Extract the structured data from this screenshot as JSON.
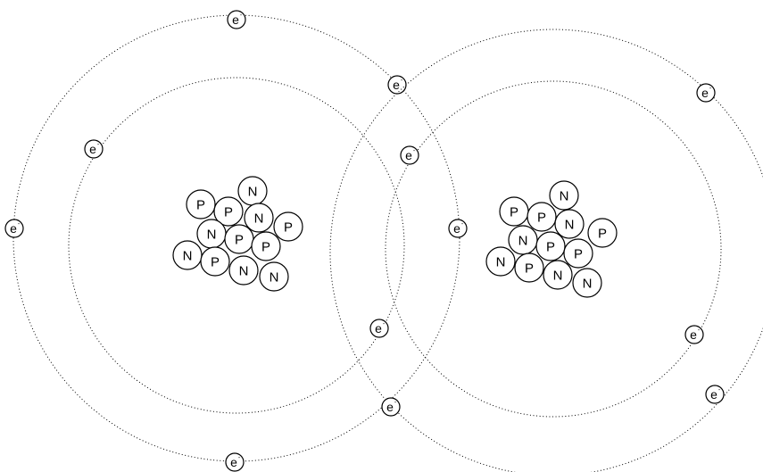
{
  "atoms": [
    {
      "nucleus": [
        {
          "label": "N"
        },
        {
          "label": "P"
        },
        {
          "label": "P"
        },
        {
          "label": "N"
        },
        {
          "label": "P"
        },
        {
          "label": "N"
        },
        {
          "label": "P"
        },
        {
          "label": "P"
        },
        {
          "label": "N"
        },
        {
          "label": "P"
        },
        {
          "label": "N"
        },
        {
          "label": "N"
        }
      ],
      "electrons": [
        {
          "label": "e",
          "charge": "-"
        },
        {
          "label": "e",
          "charge": "-"
        },
        {
          "label": "e",
          "charge": "-"
        },
        {
          "label": "e",
          "charge": "-"
        },
        {
          "label": "e",
          "charge": "-"
        },
        {
          "label": "e",
          "charge": "-"
        }
      ]
    },
    {
      "nucleus": [
        {
          "label": "N"
        },
        {
          "label": "P"
        },
        {
          "label": "P"
        },
        {
          "label": "N"
        },
        {
          "label": "P"
        },
        {
          "label": "N"
        },
        {
          "label": "P"
        },
        {
          "label": "P"
        },
        {
          "label": "N"
        },
        {
          "label": "P"
        },
        {
          "label": "N"
        },
        {
          "label": "N"
        }
      ],
      "electrons": [
        {
          "label": "e",
          "charge": "-"
        },
        {
          "label": "e",
          "charge": "-"
        },
        {
          "label": "e",
          "charge": "-"
        },
        {
          "label": "e",
          "charge": "-"
        },
        {
          "label": "e",
          "charge": "-"
        },
        {
          "label": "e",
          "charge": "-"
        }
      ]
    }
  ]
}
